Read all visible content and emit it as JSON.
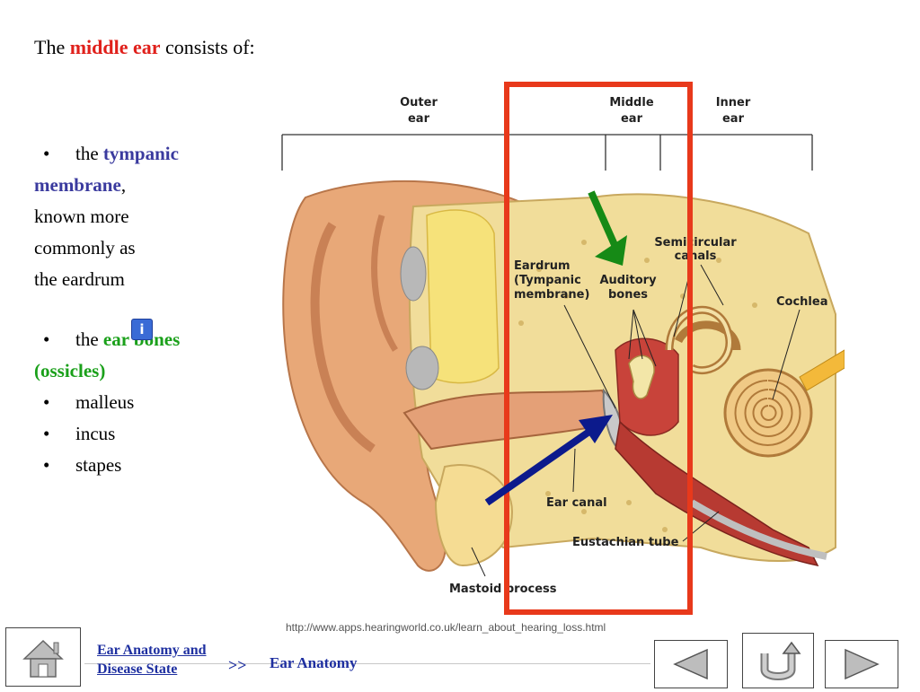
{
  "heading": {
    "prefix": "The",
    "highlight": "middle ear",
    "suffix": "consists of:"
  },
  "list": {
    "bullet": "•",
    "item1": {
      "prefix": "the",
      "term_part1": "tympanic",
      "term_part2": "membrane",
      "comma": ",",
      "line3": "known more",
      "line4": "commonly as",
      "line5": "the eardrum"
    },
    "item2": {
      "prefix": "the",
      "term_part1": "ear bones",
      "term_part2": "(ossicles)"
    },
    "subitems": [
      "malleus",
      "incus",
      "stapes"
    ]
  },
  "info_icon_glyph": "i",
  "diagram": {
    "region_labels": {
      "outer": [
        "Outer",
        "ear"
      ],
      "middle": [
        "Middle",
        "ear"
      ],
      "inner": [
        "Inner",
        "ear"
      ]
    },
    "part_labels": {
      "eardrum": [
        "Eardrum",
        "(Tympanic",
        "membrane)"
      ],
      "auditory": [
        "Auditory",
        "bones"
      ],
      "semicircular": [
        "Semicircular",
        "canals"
      ],
      "cochlea": "Cochlea",
      "ear_canal": "Ear canal",
      "eustachian": "Eustachian tube",
      "mastoid": "Mastoid process"
    }
  },
  "source_url": "http://www.apps.hearingworld.co.uk/learn_about_hearing_loss.html",
  "footer": {
    "breadcrumb_line1": "Ear Anatomy and",
    "breadcrumb_line2": "Disease State",
    "separator": ">>",
    "current": "Ear Anatomy"
  },
  "colors": {
    "highlight_red": "#e0201b",
    "term_blue": "#3a3a9e",
    "term_green": "#1aa01a",
    "box_red": "#e8391b",
    "arrow_green": "#168a16",
    "arrow_navy": "#0c1a8c",
    "link_blue": "#1e2fa0"
  }
}
